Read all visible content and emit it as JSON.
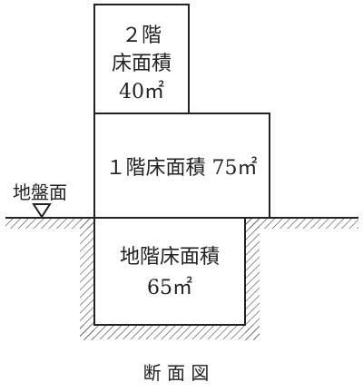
{
  "floors": {
    "second": {
      "line1": "２階",
      "line2": "床面積",
      "line3": "40㎡"
    },
    "first": {
      "label": "１階床面積 75㎡"
    },
    "basement": {
      "line1": "地階床面積",
      "line2": "65㎡"
    }
  },
  "ground_level_label": "地盤面",
  "caption": "断 面 図"
}
